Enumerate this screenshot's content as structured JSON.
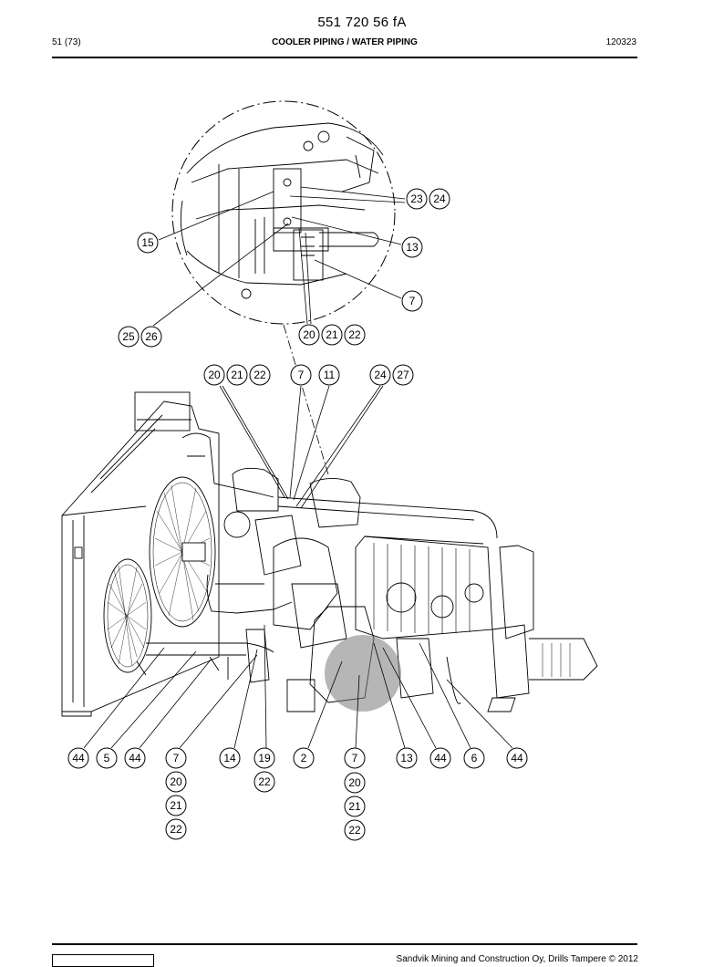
{
  "header": {
    "doc_number": "551 720 56 fA",
    "page": "51 (73)",
    "section_title": "COOLER PIPING / WATER PIPING",
    "date": "120323"
  },
  "footer": {
    "copyright": "Sandvik Mining and Construction Oy, Drills Tampere © 2012"
  },
  "callouts": {
    "c23": "23",
    "c24a": "24",
    "c15": "15",
    "c13a": "13",
    "c7a": "7",
    "c25": "25",
    "c26": "26",
    "c20a": "20",
    "c21a": "21",
    "c22a": "22",
    "c20b": "20",
    "c21b": "21",
    "c22b": "22",
    "c7b": "7",
    "c11": "11",
    "c24b": "24",
    "c27": "27",
    "c44a": "44",
    "c5": "5",
    "c44b": "44",
    "c7c": "7",
    "c14": "14",
    "c19": "19",
    "c2": "2",
    "c7d": "7",
    "c13b": "13",
    "c44c": "44",
    "c6": "6",
    "c44d": "44",
    "c20c": "20",
    "c21c": "21",
    "c22c": "22",
    "c22d": "22",
    "c20d": "20",
    "c21d": "21",
    "c22e": "22"
  }
}
